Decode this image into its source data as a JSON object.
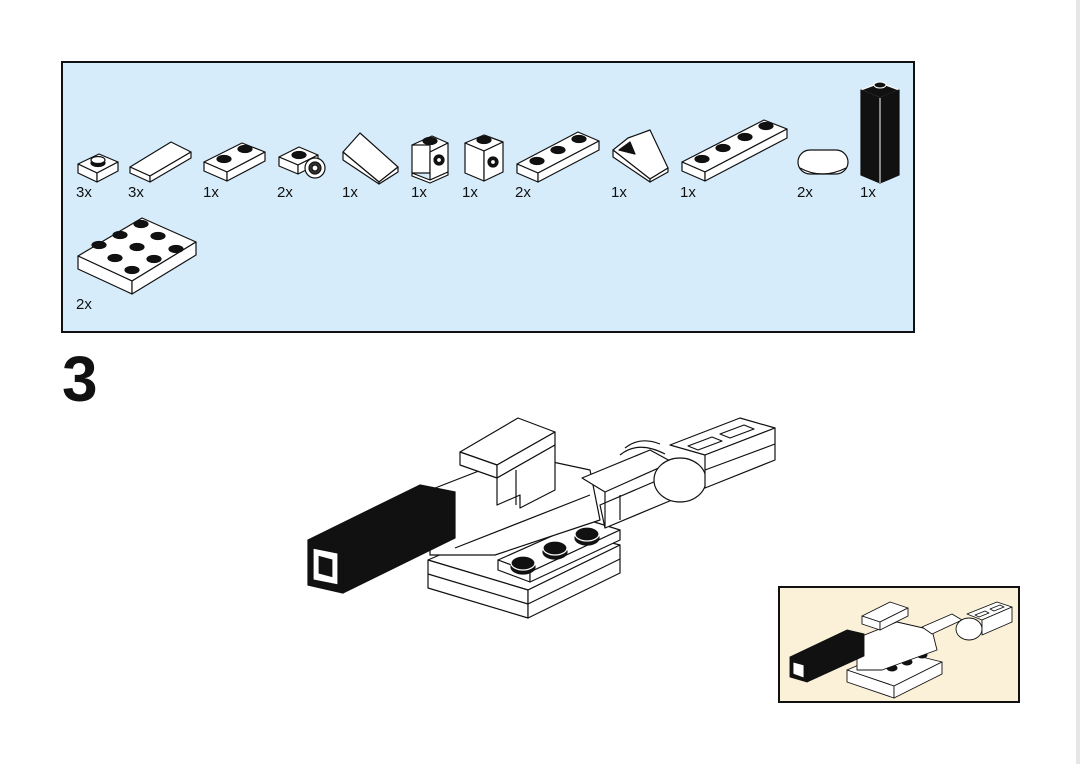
{
  "step": {
    "number": "3"
  },
  "parts_list": {
    "background_color": "#d6ecfa",
    "items": [
      {
        "icon": "plate-1x1-icon",
        "qty": "3x"
      },
      {
        "icon": "tile-1x2-icon",
        "qty": "3x"
      },
      {
        "icon": "plate-1x2-icon",
        "qty": "1x"
      },
      {
        "icon": "plate-1x1-clip-icon",
        "qty": "2x"
      },
      {
        "icon": "slope-1x2-icon",
        "qty": "1x"
      },
      {
        "icon": "bracket-1x1-icon",
        "qty": "1x"
      },
      {
        "icon": "brick-1x1-stud-side-icon",
        "qty": "1x"
      },
      {
        "icon": "plate-1x3-icon",
        "qty": "2x"
      },
      {
        "icon": "slope-grille-icon",
        "qty": "1x"
      },
      {
        "icon": "plate-1x4-icon",
        "qty": "1x"
      },
      {
        "icon": "tile-round-1x2-icon",
        "qty": "2x"
      },
      {
        "icon": "brick-1x1x3-black-icon",
        "qty": "1x"
      },
      {
        "icon": "plate-2x3-icon",
        "qty": "2x"
      }
    ]
  },
  "preview": {
    "background_color": "#fbf1d8"
  }
}
